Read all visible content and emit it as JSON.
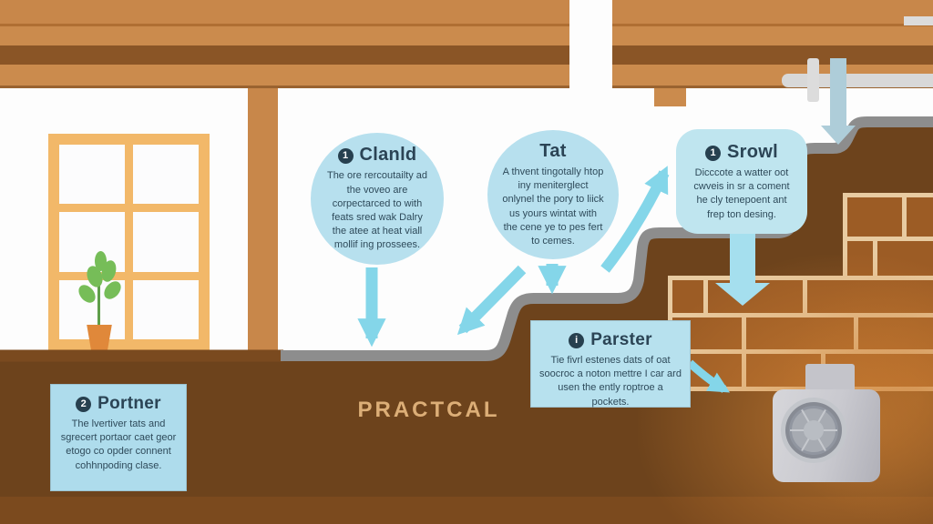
{
  "watermark": "PRACTCAL",
  "callouts": {
    "clanld": {
      "badge": "1",
      "title": "Clanld",
      "body": "The ore rercoutailty ad the voveo are corpectarced to with feats sred wak Dalry the atee at heat viall mollif ing prossees."
    },
    "tat": {
      "title": "Tat",
      "body": "A thvent tingotally htop iny meniterglect onlynel the pory to liick us yours wintat with the cene ye to pes fert to cemes."
    },
    "srowl": {
      "badge": "1",
      "title": "Srowl",
      "body": "Dicccote a watter oot cwveis in sr a coment he cly tenepoent ant frep ton desing."
    },
    "parster": {
      "badge": "i",
      "title": "Parster",
      "body": "Tie fivrl estenes dats of oat soocroc a noton mettre I car ard usen the ently roptroe a pockets."
    },
    "portner": {
      "badge": "2",
      "title": "Portner",
      "body": "The lvertiver tats and sgrecert portaor caet geor etogo co opder connent cohhnpoding clase."
    }
  },
  "colors": {
    "callout_blue": "#b7e0ee",
    "arrow_cyan": "#84d6e9",
    "ground_brown": "#6d431c",
    "ceiling_orange": "#cb8b4d",
    "ceiling_dark_band": "#8a5526",
    "brick_brown": "#9c5c25",
    "mortar_tan": "#e8cba1",
    "watermark_tan": "#dcae77",
    "text_navy": "#2b4455",
    "frame_orange": "#f2b869",
    "step_gray": "#8d8d8d"
  },
  "icons": {
    "clanld_badge": "number-1-icon",
    "srowl_badge": "number-1-icon",
    "parster_badge": "info-icon",
    "portner_badge": "number-2-icon"
  }
}
